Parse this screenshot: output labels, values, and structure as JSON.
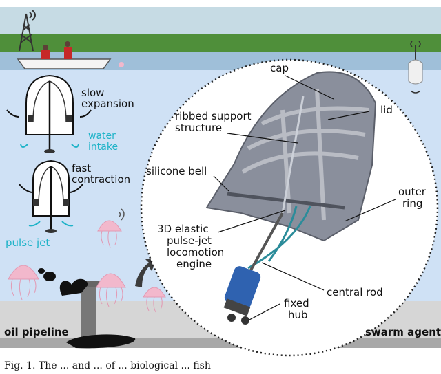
{
  "labels": {
    "slow_expansion": [
      "slow",
      "expansion"
    ],
    "water_intake": [
      "water",
      "intake"
    ],
    "fast_contraction": [
      "fast",
      "contraction"
    ],
    "pulse_jet": "pulse jet",
    "cap": "cap",
    "lid": "lid",
    "ribbed_support": [
      "ribbed support",
      "structure"
    ],
    "silicone_bell": "silicone bell",
    "outer_ring": [
      "outer",
      "ring"
    ],
    "engine": [
      "3D elastic",
      "pulse-jet",
      "locomotion",
      "engine"
    ],
    "central_rod": "central rod",
    "fixed_hub": [
      "fixed",
      "hub"
    ],
    "oil_pipeline": "oil pipeline",
    "swarm_agent": "swarm agent"
  },
  "caption": "Fig. 1.    The ... and ... of ... biological ... fish",
  "colors": {
    "sky": "#c6dbe4",
    "grass": "#4f8f3a",
    "water": "#cfe1f5",
    "seabed": "#d9d9d9",
    "jellyfish": "#f2b8cc",
    "cyan_text": "#1fb3c8",
    "oil": "#111111"
  }
}
